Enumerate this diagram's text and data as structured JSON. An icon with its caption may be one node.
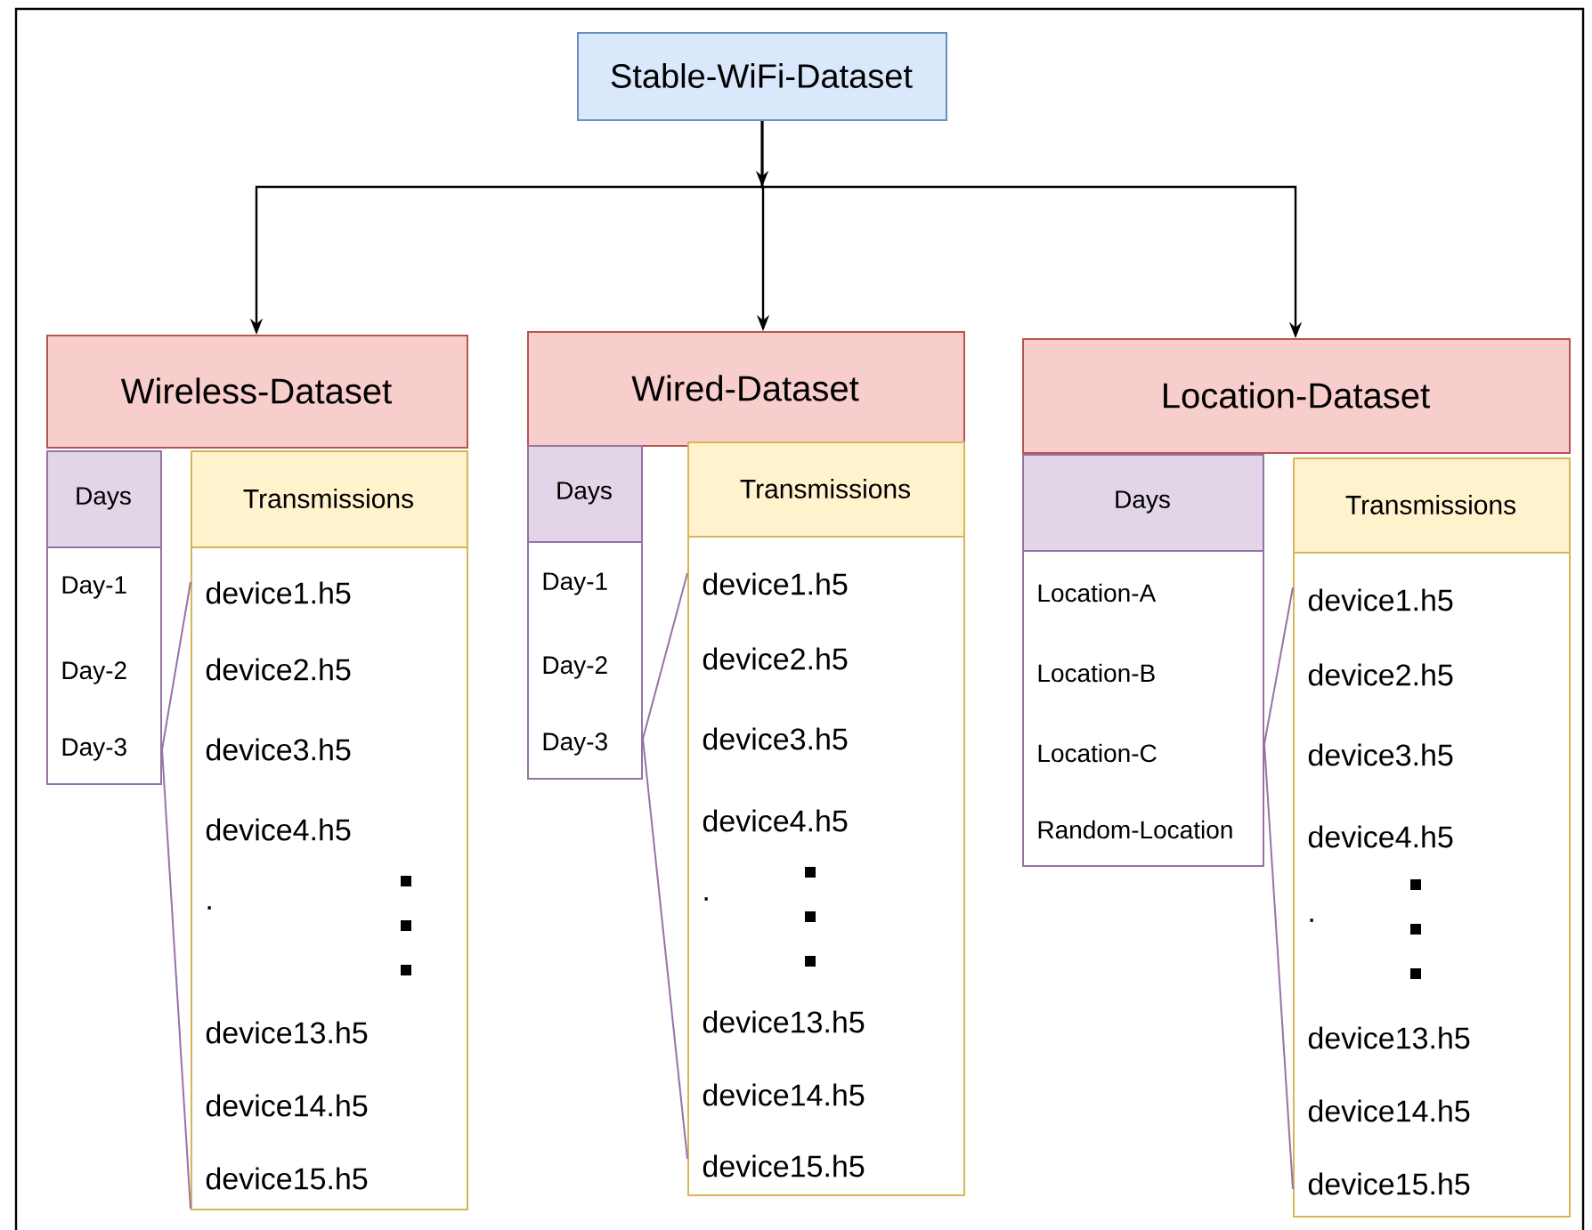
{
  "diagram": {
    "nodes": [
      {
        "text": [
          "Stable-WiFi-Dataset"
        ]
      },
      {
        "text": [
          "Wireless-Dataset"
        ]
      },
      {
        "text": [
          "Days"
        ]
      },
      {
        "text": [
          "Day-1",
          "Day-2",
          "Day-3"
        ]
      },
      {
        "text": [
          "Transmissions"
        ]
      },
      {
        "text": [
          "device1.h5",
          "device2.h5",
          "device3.h5",
          "device4.h5",
          ".",
          "device13.h5",
          "device14.h5",
          "device15.h5"
        ]
      },
      {
        "text": [
          "Wired-Dataset"
        ]
      },
      {
        "text": [
          "Days"
        ]
      },
      {
        "text": [
          "Day-1",
          "Day-2",
          "Day-3"
        ]
      },
      {
        "text": [
          "Transmissions"
        ]
      },
      {
        "text": [
          "device1.h5",
          "device2.h5",
          "device3.h5",
          "device4.h5",
          ".",
          "device13.h5",
          "device14.h5",
          "device15.h5"
        ]
      },
      {
        "text": [
          "Location-Dataset"
        ]
      },
      {
        "text": [
          "Days"
        ]
      },
      {
        "text": [
          "Location-A",
          "Location-B",
          "Location-C",
          "Random-Location"
        ]
      },
      {
        "text": [
          "Transmissions"
        ]
      },
      {
        "text": [
          "device1.h5",
          "device2.h5",
          "device3.h5",
          "device4.h5",
          ".",
          "device13.h5",
          "device14.h5",
          "device15.h5"
        ]
      }
    ],
    "edges": [
      {
        "from": 0,
        "to": 1,
        "arrow": "to",
        "color": "#000000"
      },
      {
        "from": 0,
        "to": 6,
        "arrow": "to",
        "color": "#000000"
      },
      {
        "from": 0,
        "to": 11,
        "arrow": "to",
        "color": "#000000"
      },
      {
        "from": 3,
        "to": 5,
        "arrow": "none",
        "color": "#9673a6"
      },
      {
        "from": 3,
        "to": 5,
        "arrow": "none",
        "color": "#9673a6"
      },
      {
        "from": 8,
        "to": 10,
        "arrow": "none",
        "color": "#9673a6"
      },
      {
        "from": 8,
        "to": 10,
        "arrow": "none",
        "color": "#9673a6"
      },
      {
        "from": 13,
        "to": 15,
        "arrow": "none",
        "color": "#9673a6"
      },
      {
        "from": 13,
        "to": 15,
        "arrow": "none",
        "color": "#9673a6"
      }
    ]
  }
}
